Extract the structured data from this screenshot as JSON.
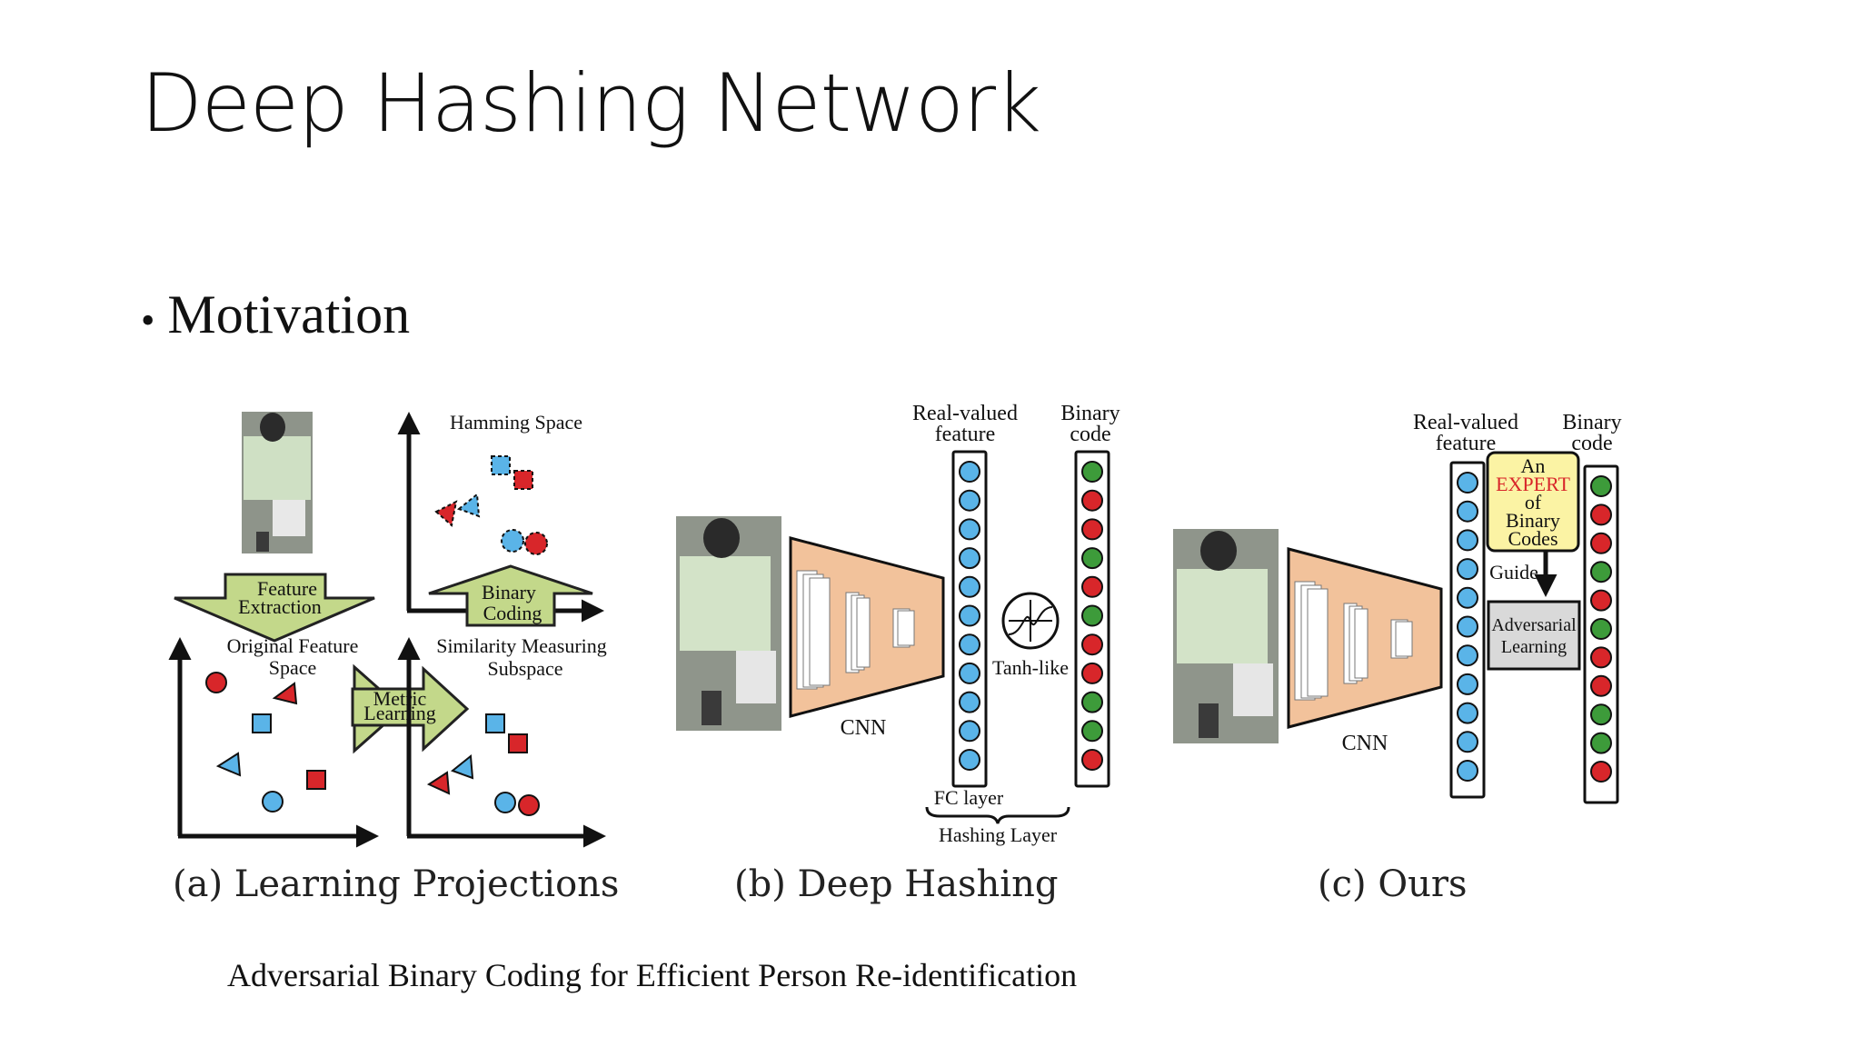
{
  "title": "Deep Hashing Network",
  "bullet": "Motivation",
  "source_caption": "Adversarial Binary Coding for Efficient Person Re-identification",
  "panel_a": {
    "caption": "(a) Learning Projections",
    "hamming_space": "Hamming Space",
    "feature_extraction": [
      "Feature",
      "Extraction"
    ],
    "binary_coding": [
      "Binary",
      "Coding"
    ],
    "original_space": [
      "Original Feature",
      "Space"
    ],
    "similarity_space": [
      "Similarity Measuring",
      "Subspace"
    ],
    "metric_learning": [
      "Metric",
      "Learning"
    ]
  },
  "panel_b": {
    "caption": "(b) Deep Hashing",
    "real_valued": [
      "Real-valued",
      "feature"
    ],
    "binary_code": [
      "Binary",
      "code"
    ],
    "cnn": "CNN",
    "tanh": "Tanh-like",
    "fc_layer": "FC layer",
    "hashing_layer": "Hashing Layer"
  },
  "panel_c": {
    "caption": "(c) Ours",
    "real_valued": [
      "Real-valued",
      "feature"
    ],
    "binary_code": [
      "Binary",
      "code"
    ],
    "cnn": "CNN",
    "expert": [
      "An",
      "EXPERT",
      "of",
      "Binary",
      "Codes"
    ],
    "guide": "Guide",
    "adversarial": [
      "Adversarial",
      "Learning"
    ]
  },
  "colors": {
    "blue": "#5ab4e8",
    "red": "#d8262a",
    "green": "#3d9b3a",
    "arrow_fill": "#c3d88a",
    "cnn_fill": "#f2c29b",
    "expert_fill": "#fbf3a4",
    "adv_fill": "#d9d9d9"
  },
  "binary_code_sequence": [
    "green",
    "red",
    "red",
    "green",
    "red",
    "green",
    "red",
    "red",
    "green",
    "green",
    "red"
  ]
}
